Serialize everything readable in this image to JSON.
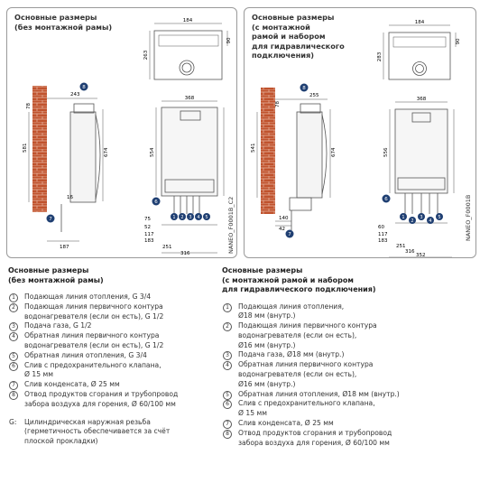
{
  "left_panel": {
    "title": "Основные размеры\n(без монтажной рамы)",
    "model_code": "NANEO_F0001B_C2",
    "dims": {
      "w184": "184",
      "h90": "90",
      "h263": "263",
      "w243": "243",
      "h78": "78",
      "w368": "368",
      "h581": "581",
      "h674": "674",
      "h554": "554",
      "b52": "52",
      "b75": "75",
      "b117": "117",
      "b183": "183",
      "b251": "251",
      "b316": "316",
      "d187": "187",
      "d16": "16"
    },
    "markers": {
      "top": "8",
      "side": "6",
      "c1": "1",
      "c2": "2",
      "c3": "3",
      "c4": "4",
      "c5": "5",
      "c7": "7"
    }
  },
  "right_panel": {
    "title": "Основные размеры\n(с монтажной\nрамой и набором\nдля гидравлического\nподключения)",
    "model_code": "NANEO_F0001B",
    "dims": {
      "w184": "184",
      "h90": "90",
      "h283": "283",
      "w368": "368",
      "h78": "78",
      "w255": "255",
      "h541": "541",
      "h674": "674",
      "h556": "556",
      "b60": "60",
      "b117": "117",
      "b183": "183",
      "b251": "251",
      "b316": "316",
      "b352": "352",
      "d140": "140",
      "d42": "42"
    },
    "markers": {
      "top": "8",
      "side": "6",
      "c1": "1",
      "c2": "2",
      "c3": "3",
      "c4": "4",
      "c5": "5",
      "c7": "7"
    }
  },
  "legend_left": {
    "title": "Основные размеры\n(без монтажной рамы)",
    "items": [
      {
        "num": "1",
        "text": "Подающая линия отопления, G 3/4"
      },
      {
        "num": "2",
        "text": "Подающая линия первичного контура\nводонагревателя (если он есть), G 1/2"
      },
      {
        "num": "3",
        "text": "Подача газа, G 1/2"
      },
      {
        "num": "4",
        "text": "Обратная линия первичного контура\nводонагревателя (если он есть), G 1/2"
      },
      {
        "num": "5",
        "text": "Обратная линия отопления, G 3/4"
      },
      {
        "num": "6",
        "text": "Слив с предохранительного клапана,\nØ 15 мм"
      },
      {
        "num": "7",
        "text": "Слив конденсата, Ø 25 мм"
      },
      {
        "num": "8",
        "text": "Отвод продуктов сгорания и трубопровод\nзабора воздуха для горения, Ø 60/100 мм"
      }
    ],
    "g_label": "G:",
    "g_note": "Цилиндрическая наружная резьба\n(герметичность обеспечивается за счёт\nплоской прокладки)"
  },
  "legend_right": {
    "title": "Основные размеры\n(с монтажной рамой и набором\nдля гидравлического подключения)",
    "items": [
      {
        "num": "1",
        "text": "Подающая линия отопления,\nØ18 мм (внутр.)"
      },
      {
        "num": "2",
        "text": "Подающая линия первичного контура\nводонагревателя (если он есть),\nØ16 мм (внутр.)"
      },
      {
        "num": "3",
        "text": "Подача газа, Ø18 мм (внутр.)"
      },
      {
        "num": "4",
        "text": "Обратная линия первичного контура\nводонагревателя (если он есть),\nØ16 мм (внутр.)"
      },
      {
        "num": "5",
        "text": "Обратная линия отопления, Ø18 мм (внутр.)"
      },
      {
        "num": "6",
        "text": "Слив с предохранительного клапана,\nØ 15 мм"
      },
      {
        "num": "7",
        "text": "Слив конденсата, Ø 25 мм"
      },
      {
        "num": "8",
        "text": "Отвод продуктов сгорания и трубопровод\nзабора воздуха для горения, Ø 60/100 мм"
      }
    ]
  },
  "colors": {
    "brick": "#c0532e",
    "marker": "#1f3f72",
    "line": "#555555",
    "frame": "#9a9a9a"
  }
}
